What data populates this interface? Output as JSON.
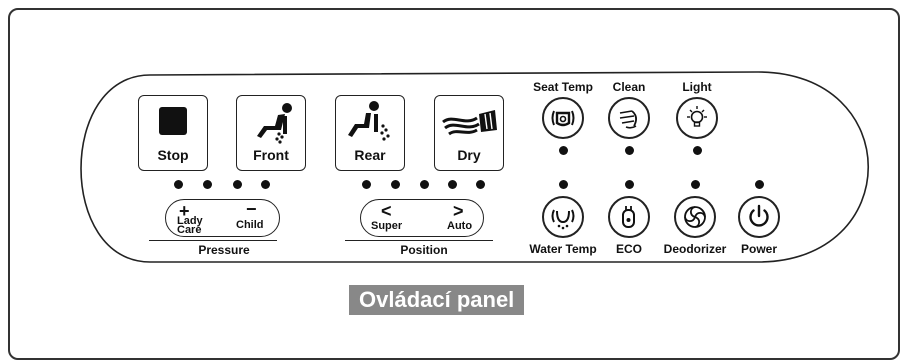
{
  "panel": {
    "keys": [
      {
        "id": "stop",
        "label": "Stop"
      },
      {
        "id": "front",
        "label": "Front"
      },
      {
        "id": "rear",
        "label": "Rear"
      },
      {
        "id": "dry",
        "label": "Dry"
      }
    ],
    "pressure": {
      "plus_symbol": "+",
      "minus_symbol": "−",
      "plus_label_line1": "Lady",
      "plus_label_line2": "Care",
      "minus_label": "Child",
      "group_label": "Pressure"
    },
    "position": {
      "left_symbol": "<",
      "right_symbol": ">",
      "left_label": "Super",
      "right_label": "Auto",
      "group_label": "Position"
    },
    "top_round_buttons": [
      {
        "id": "seat-temp",
        "label": "Seat Temp"
      },
      {
        "id": "clean",
        "label": "Clean"
      },
      {
        "id": "light",
        "label": "Light"
      }
    ],
    "bottom_round_buttons": [
      {
        "id": "water-temp",
        "label": "Water Temp"
      },
      {
        "id": "eco",
        "label": "ECO"
      },
      {
        "id": "deodorizer",
        "label": "Deodorizer"
      },
      {
        "id": "power",
        "label": "Power"
      }
    ]
  },
  "caption": "Ovládací panel",
  "colors": {
    "ink": "#111111",
    "caption_bg": "#888888",
    "caption_text": "#ffffff"
  },
  "icons": [
    "stop-square-icon",
    "front-wash-icon",
    "rear-wash-icon",
    "dryer-icon",
    "seat-heat-icon",
    "clean-icon",
    "bulb-icon",
    "water-heat-icon",
    "eco-plug-icon",
    "fan-icon",
    "power-icon"
  ]
}
